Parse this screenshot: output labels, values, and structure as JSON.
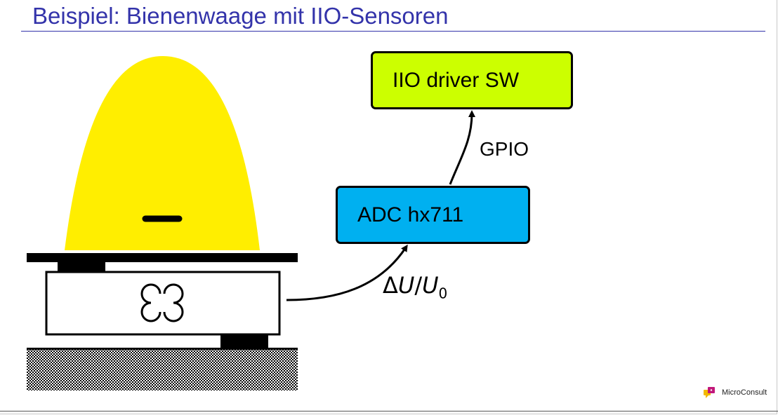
{
  "slide": {
    "title": "Beispiel: Bienenwaage mit IIO-Sensoren"
  },
  "diagram": {
    "nodes": {
      "iio_driver": {
        "label": "IIO driver SW",
        "color": "#ccff00"
      },
      "adc": {
        "label": "ADC hx711",
        "color": "#00b0f0"
      }
    },
    "edges": {
      "adc_to_driver": {
        "label": "GPIO"
      },
      "scale_to_adc": {
        "label_delta": "Δ",
        "label_u": "U",
        "label_slash": "/",
        "label_u0": "U",
        "label_u0_sub": "0"
      }
    },
    "illustration": {
      "beehive_color": "#ffee00",
      "ground_pattern": "hatched",
      "load_cell_symbol": "clover-icon"
    }
  },
  "footer": {
    "logo_text": "MicroConsult"
  }
}
